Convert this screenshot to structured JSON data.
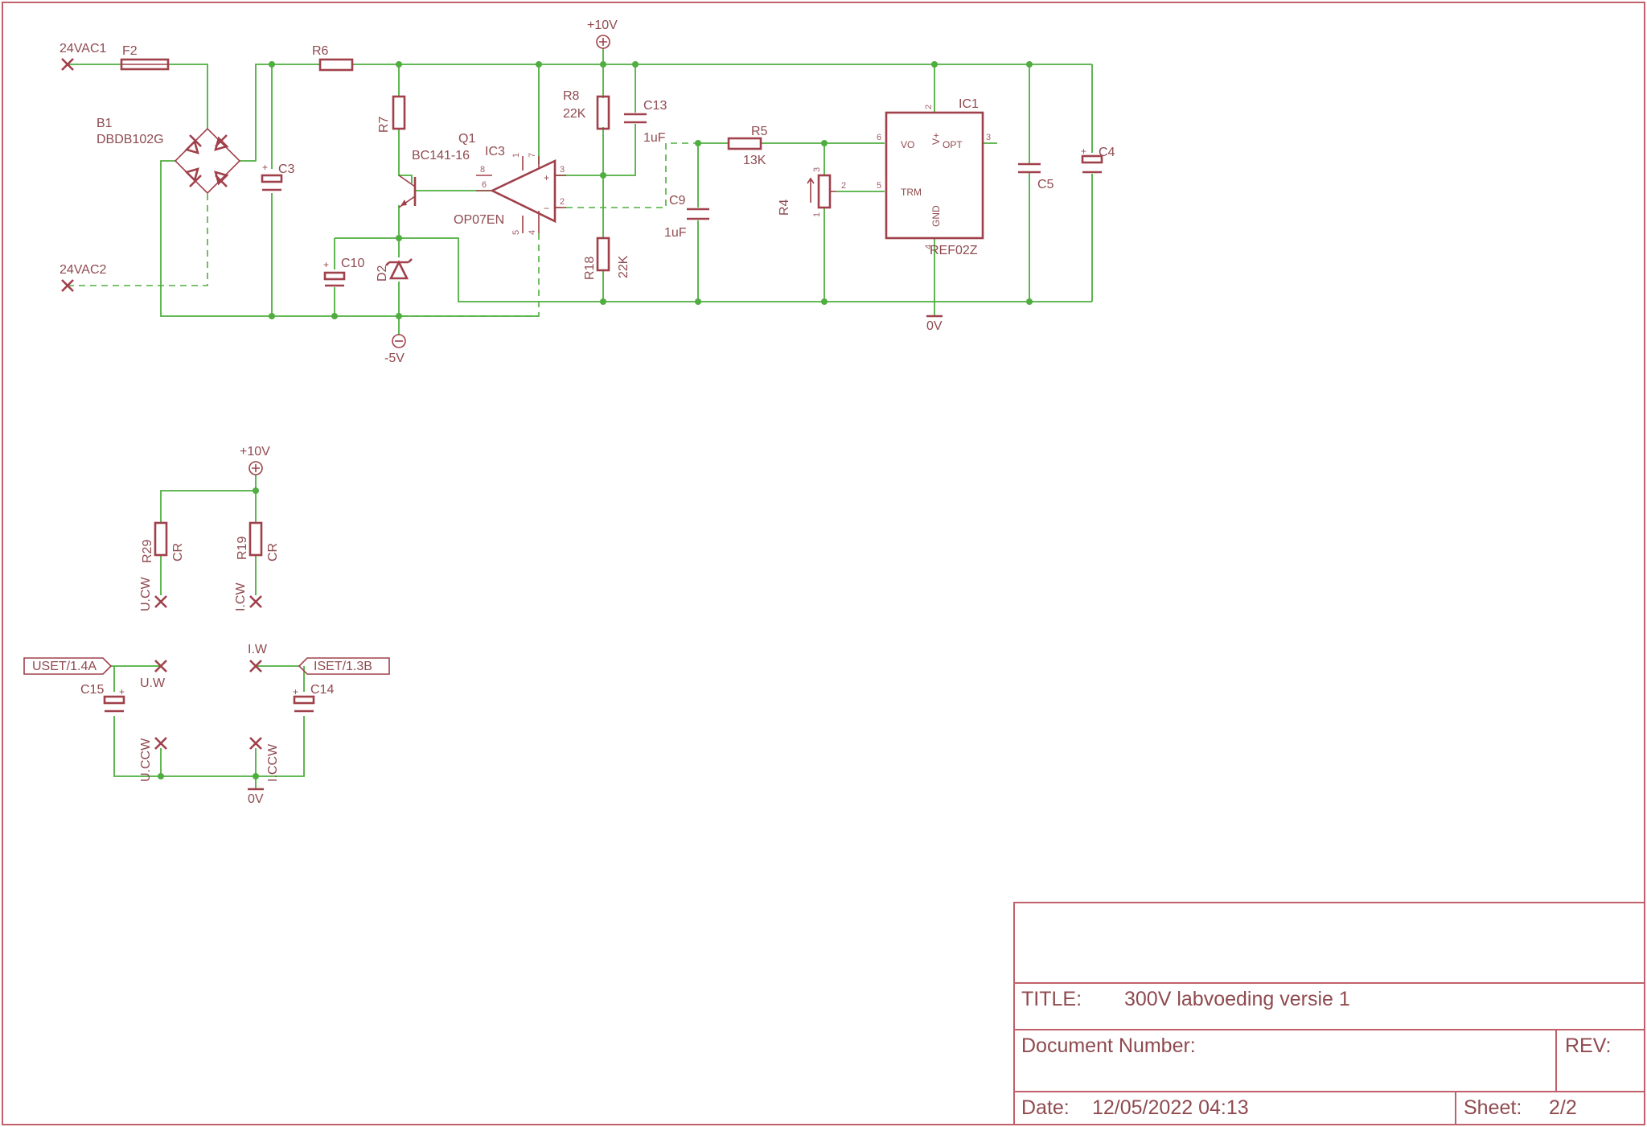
{
  "title_block": {
    "title_label": "TITLE:",
    "title_value": "300V labvoeding versie 1",
    "doc_number_label": "Document Number:",
    "rev_label": "REV:",
    "date_label": "Date:",
    "date_value": "12/05/2022 04:13",
    "sheet_label": "Sheet:",
    "sheet_value": "2/2"
  },
  "supply": {
    "ac1": "24VAC1",
    "ac2": "24VAC2",
    "fuse": "F2",
    "bridge_name": "B1",
    "bridge_value": "DBDB102G",
    "c3": "C3",
    "r6": "R6",
    "r7": "R7",
    "q1_name": "Q1",
    "q1_value": "BC141-16",
    "c10": "C10",
    "d2": "D2",
    "neg_rail": "-5V",
    "pos_rail": "+10V"
  },
  "opamp": {
    "name": "IC3",
    "value": "OP07EN",
    "pins": [
      "8",
      "6",
      "1",
      "7",
      "3",
      "2",
      "5",
      "4"
    ],
    "plus_sign": "+",
    "minus_sign": "−"
  },
  "reference": {
    "r8_name": "R8",
    "r8_value": "22K",
    "c13_name": "C13",
    "c13_value": "1uF",
    "r18_name": "R18",
    "r18_value": "22K",
    "c9_name": "C9",
    "c9_value": "1uF",
    "r5_name": "R5",
    "r5_value": "13K",
    "r4_name": "R4",
    "r4_pins": [
      "3",
      "2",
      "1"
    ],
    "ic1_name": "IC1",
    "ic1_value": "REF02Z",
    "ic1_pin_labels": [
      "VO",
      "V+",
      "OPT",
      "TRM",
      "GND"
    ],
    "ic1_pins": [
      "6",
      "2",
      "3",
      "5",
      "4"
    ],
    "c5": "C5",
    "c4": "C4",
    "ground": "0V"
  },
  "pots": {
    "supply": "+10V",
    "r29_name": "R29",
    "r29_value": "CR",
    "r19_name": "R19",
    "r19_value": "CR",
    "u_cw": "U.CW",
    "i_cw": "I.CW",
    "uset": "USET/1.4A",
    "iset": "ISET/1.3B",
    "u_w": "U.W",
    "i_w": "I.W",
    "c15": "C15",
    "c14": "C14",
    "u_ccw": "U.CCW",
    "i_ccw": "I.CCW",
    "ground": "0V"
  }
}
